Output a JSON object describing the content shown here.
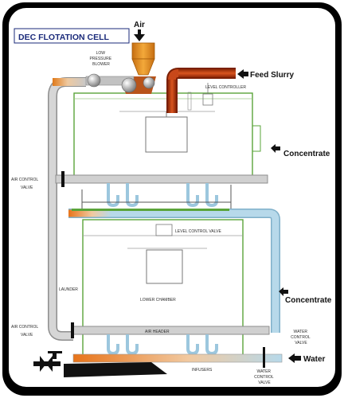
{
  "title": "DEC FLOTATION CELL",
  "inputs": {
    "air": "Air",
    "feed": "Feed Slurry",
    "water": "Water"
  },
  "outputs": {
    "concentrate_upper": "Concentrate",
    "concentrate_lower": "Concentrate"
  },
  "equipment": {
    "blower": [
      "LOW",
      "PRESSURE",
      "BLOWER"
    ],
    "level_controller": "LEVEL CONTROLLER",
    "air_control_valve_upper": [
      "AIR CONTROL",
      "VALVE"
    ],
    "level_control_valve": "LEVEL CONTROL VALVE",
    "launder": "LAUNDER",
    "lower_chamber": "LOWER CHAMBER",
    "air_control_valve_lower": [
      "AIR CONTROL",
      "VALVE"
    ],
    "air_header": "AIR HEADER",
    "water_control_valve_right": [
      "WATER",
      "CONTROL",
      "VALVE"
    ],
    "infusers": "INFUSERS",
    "water_control_valve_bottom": [
      "WATER",
      "CONTROL",
      "VALVE"
    ]
  },
  "colors": {
    "frame": "#000000",
    "pipe_air": "#c8c8c8",
    "pipe_water": "#b7d9ea",
    "feed_pipe": "#b83a12",
    "blower": "#e8952a",
    "tank_outline": "#5aa43a",
    "title": "#1a2a7a"
  }
}
